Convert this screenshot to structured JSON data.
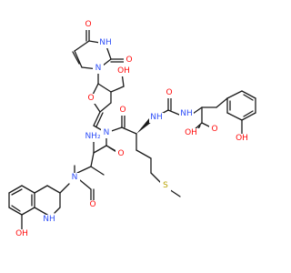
{
  "figure": {
    "kind": "structural-formula",
    "colors": {
      "carbon": "#1a1a1a",
      "oxygen": "#ff0d0d",
      "nitrogen": "#3050f8",
      "sulfur": "#b8a200",
      "background": "#ffffff"
    }
  },
  "atom_labels": {
    "o_uracil_top": "O",
    "nh_uracil": "NH",
    "o_uracil_mid": "O",
    "n_uracil": "N",
    "oh_sugar": "OH",
    "o_ring": "O",
    "n_amide": "N",
    "o_amide1": "O",
    "o_amide2": "O",
    "nh_urea1": "NH",
    "nh_urea2": "NH",
    "o_urea": "O",
    "o_acid1": "O",
    "oh_acid": "OH",
    "oh_phenol": "OH",
    "nh2": "NH₂",
    "n_methyl": "N",
    "o_amide3": "O",
    "nh_ring": "NH",
    "oh_iso": "OH",
    "s_thioether": "S"
  }
}
